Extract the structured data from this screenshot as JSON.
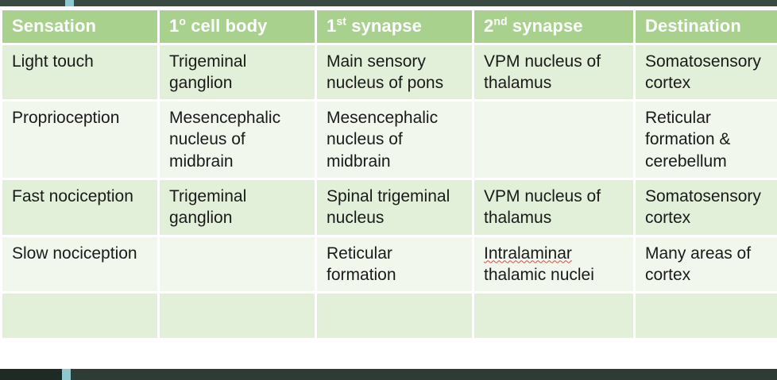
{
  "table": {
    "columns": [
      {
        "label": "Sensation",
        "sup": ""
      },
      {
        "label": "1",
        "sup": "o",
        "rest": " cell body"
      },
      {
        "label": "1",
        "sup": "st",
        "rest": " synapse"
      },
      {
        "label": "2",
        "sup": "nd",
        "rest": " synapse"
      },
      {
        "label": "Destination",
        "sup": ""
      }
    ],
    "headers_plain": [
      "Sensation",
      "1o cell body",
      "1st synapse",
      "2nd synapse",
      "Destination"
    ],
    "rows": [
      {
        "sensation": "Light touch",
        "primary_cell_body": "Trigeminal ganglion",
        "first_synapse": "Main sensory nucleus of pons",
        "second_synapse": "VPM nucleus of thalamus",
        "destination": "Somatosensory cortex"
      },
      {
        "sensation": "Proprioception",
        "primary_cell_body": "Mesencephalic nucleus of midbrain",
        "first_synapse": "Mesencephalic nucleus of midbrain",
        "second_synapse": "",
        "destination": "Reticular formation & cerebellum"
      },
      {
        "sensation": "Fast nociception",
        "primary_cell_body": "Trigeminal ganglion",
        "first_synapse": "Spinal trigeminal nucleus",
        "second_synapse": "VPM nucleus of thalamus",
        "destination": "Somatosensory cortex"
      },
      {
        "sensation": "Slow nociception",
        "primary_cell_body": "",
        "first_synapse": "Reticular formation",
        "second_synapse_misspelled": "Intralaminar",
        "second_synapse_rest": " thalamic nuclei",
        "destination": "Many areas of cortex"
      },
      {
        "sensation": "",
        "primary_cell_body": "",
        "first_synapse": "",
        "second_synapse": "",
        "destination": ""
      }
    ]
  },
  "colors": {
    "header_fill": "#a9d18e",
    "header_text": "#ffffff",
    "row_shade_a": "#e2efd9",
    "row_shade_b": "#f1f7ed",
    "body_text": "#1a1a1a",
    "chrome_bar": "#3a4a42",
    "chrome_bar_bottom": "#2d3c34",
    "chrome_marker": "#8cc8cd",
    "spellcheck_underline": "#d94a3d"
  }
}
